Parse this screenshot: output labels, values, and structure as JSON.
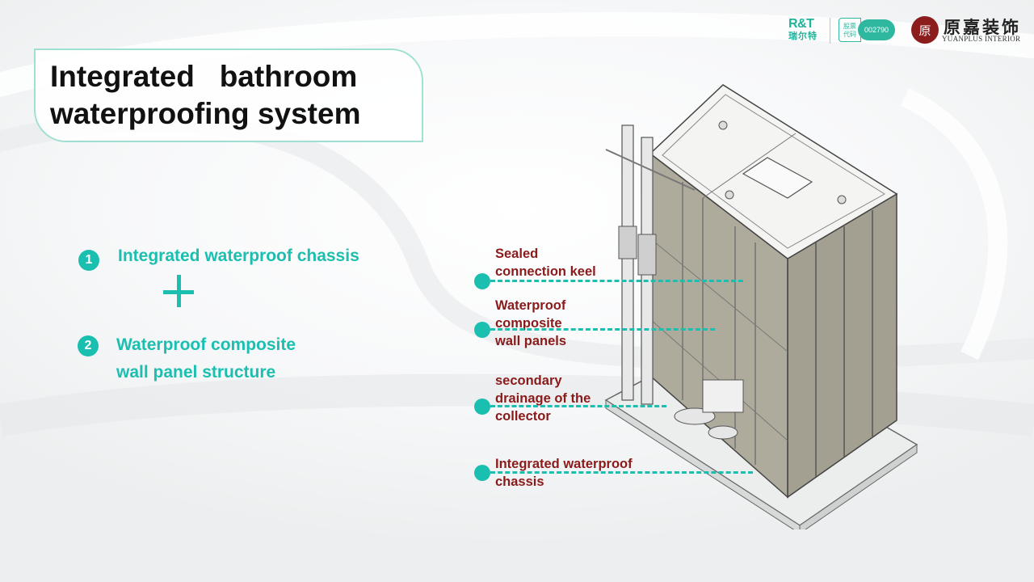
{
  "title": "Integrated   bathroom\nwaterproofing system",
  "logos": {
    "rt_mark": "R&T",
    "rt_cn": "瑞尔特",
    "stock_label": "股票\n代码",
    "stock_code": "002790",
    "yuan_mark": "原",
    "yuan_cn": "原嘉装饰",
    "yuan_en": "YUANPLUS INTERIOR"
  },
  "features": [
    {
      "num": "1",
      "text": "Integrated waterproof chassis"
    },
    {
      "num": "2",
      "text": "Waterproof composite\nwall panel structure"
    }
  ],
  "callouts": [
    {
      "label": "Sealed\nconnection keel"
    },
    {
      "label": "Waterproof\ncomposite\nwall panels"
    },
    {
      "label": "secondary\ndrainage of the\ncollector"
    },
    {
      "label": "Integrated waterproof\nchassis"
    }
  ],
  "colors": {
    "accent": "#1bbfb0",
    "callout_text": "#8b1a1a",
    "brand_green": "#1fb39a",
    "brand_red": "#8c1d1d"
  }
}
